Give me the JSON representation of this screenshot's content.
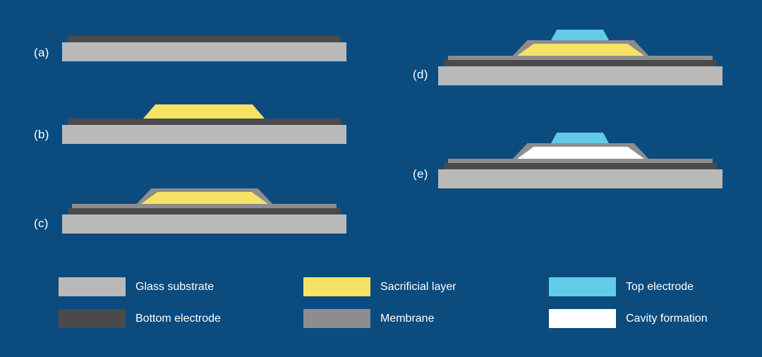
{
  "colors": {
    "background": "#0c4b7e",
    "glass_substrate": "#b9b9b9",
    "bottom_electrode": "#4a4a4c",
    "sacrificial_layer": "#f6e266",
    "membrane": "#8d8d8f",
    "top_electrode": "#62cbe8",
    "cavity": "#ffffff",
    "label_text": "#ffffff"
  },
  "panels": [
    {
      "id": "a",
      "label": "(a)"
    },
    {
      "id": "b",
      "label": "(b)"
    },
    {
      "id": "c",
      "label": "(c)"
    },
    {
      "id": "d",
      "label": "(d)"
    },
    {
      "id": "e",
      "label": "(e)"
    }
  ],
  "legend": [
    {
      "label": "Glass substrate",
      "color_key": "glass_substrate"
    },
    {
      "label": "Sacrificial layer",
      "color_key": "sacrificial_layer"
    },
    {
      "label": "Top electrode",
      "color_key": "top_electrode"
    },
    {
      "label": "Bottom electrode",
      "color_key": "bottom_electrode"
    },
    {
      "label": "Membrane",
      "color_key": "membrane"
    },
    {
      "label": "Cavity formation",
      "color_key": "cavity"
    }
  ]
}
